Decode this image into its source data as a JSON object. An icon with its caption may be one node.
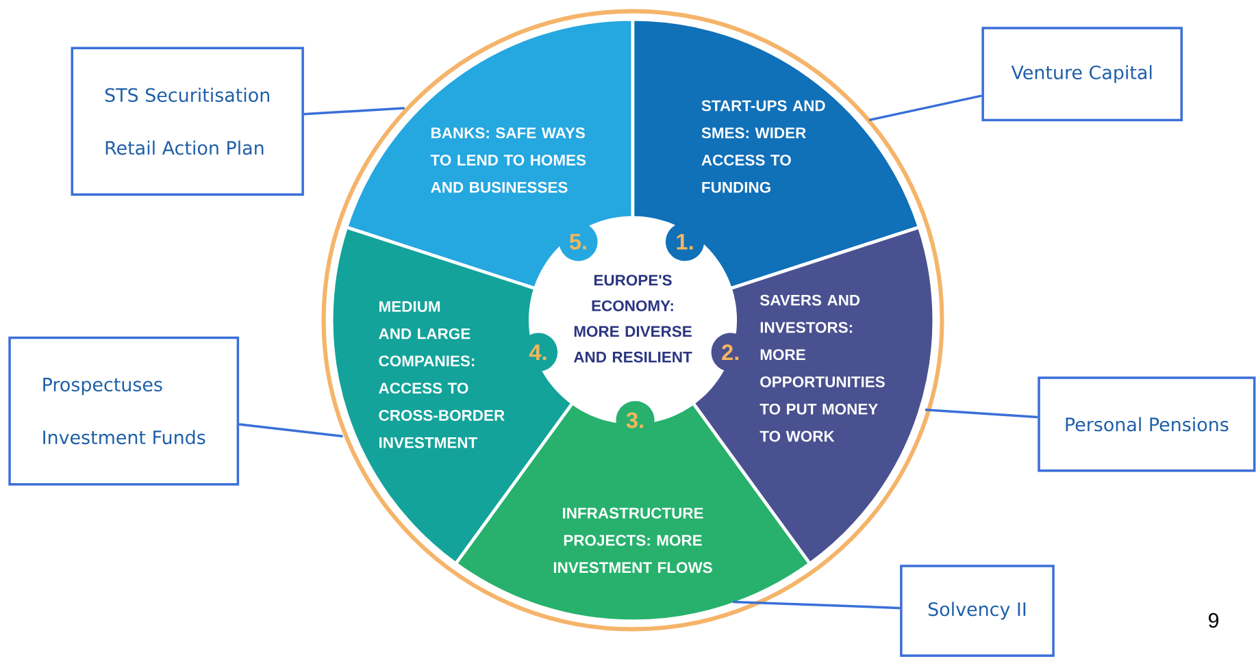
{
  "diagram": {
    "nodes": [
      {
        "text": [
          "STS Securitisation",
          "Retail Action Plan"
        ]
      },
      {
        "text": [
          "Venture Capital"
        ]
      },
      {
        "text": [
          "BANKS: SAFE WAYS TO LEND TO HOMES AND BUSINESSES"
        ]
      },
      {
        "text": [
          "START-UPS AND SMES: WIDER ACCESS TO FUNDING"
        ]
      },
      {
        "text": [
          "EUROPE'S ECONOMY: MORE DIVERSE AND RESILIENT"
        ]
      },
      {
        "text": [
          "MEDIUM AND LARGE COMPANIES: ACCESS TO CROSS-BORDER INVESTMENT"
        ]
      },
      {
        "text": [
          "SAVERS AND INVESTORS: MORE OPPORTUNITIES TO PUT MONEY TO WORK"
        ]
      },
      {
        "text": [
          "Prospectuses",
          "Investment Funds"
        ]
      },
      {
        "text": [
          "Personal Pensions"
        ]
      },
      {
        "text": [
          "INFRASTRUCTURE PROJECTS: MORE INVESTMENT FLOWS"
        ]
      },
      {
        "text": [
          "Solvency II"
        ]
      }
    ],
    "edges": [
      {
        "from": 0,
        "to": 2,
        "arrow": "none"
      },
      {
        "from": 1,
        "to": 3,
        "arrow": "none"
      },
      {
        "from": 7,
        "to": 5,
        "arrow": "none"
      },
      {
        "from": 8,
        "to": 6,
        "arrow": "none"
      },
      {
        "from": 10,
        "to": 9,
        "arrow": "none"
      }
    ],
    "labels": [
      "5.",
      "1.",
      "4.",
      "2.",
      "3.",
      "9"
    ]
  }
}
